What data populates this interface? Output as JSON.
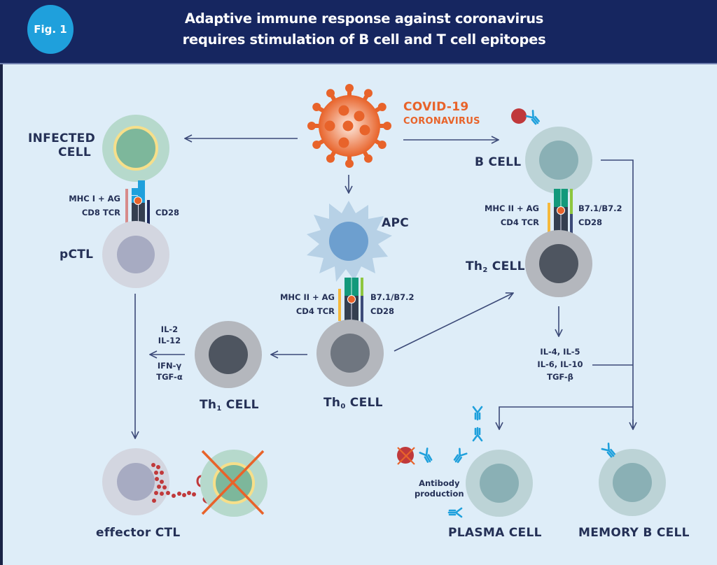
{
  "header": {
    "figure_badge": "Fig. 1",
    "title_line1": "Adaptive immune response against coronavirus",
    "title_line2": "requires stimulation of B cell and T cell epitopes"
  },
  "colors": {
    "header_bg": "#162660",
    "badge": "#1fa0dc",
    "background": "#deedf8",
    "text": "#243056",
    "virus": "#e8632a",
    "arrow": "#3c4a78"
  },
  "virus": {
    "line1": "COVID-19",
    "line2": "CORONAVIRUS"
  },
  "cells": {
    "infected": {
      "line1": "INFECTED",
      "line2": "CELL"
    },
    "pctl": "pCTL",
    "apc": "APC",
    "b_cell": "B CELL",
    "th2": {
      "prefix": "Th",
      "sub": "2",
      "suffix": " CELL"
    },
    "th1": {
      "prefix": "Th",
      "sub": "1",
      "suffix": " CELL"
    },
    "th0": {
      "prefix": "Th",
      "sub": "0",
      "suffix": " CELL"
    },
    "effector_ctl": "effector CTL",
    "plasma": "PLASMA CELL",
    "memory_b": "MEMORY B CELL"
  },
  "receptors": {
    "infected_pctl": {
      "left1": "MHC I + AG",
      "left2": "CD8 TCR",
      "right": "CD28"
    },
    "apc_th0": {
      "left1": "MHC II + AG",
      "left2": "CD4 TCR",
      "right1": "B7.1/B7.2",
      "right2": "CD28"
    },
    "b_th2": {
      "left1": "MHC II + AG",
      "left2": "CD4 TCR",
      "right1": "B7.1/B7.2",
      "right2": "CD28"
    }
  },
  "cytokines": {
    "th1": [
      "IL-2",
      "IL-12",
      "IFN-γ",
      "TGF-α"
    ],
    "th2": [
      "IL-4, IL-5",
      "IL-6, IL-10",
      "TGF-β"
    ]
  },
  "antibody_label": {
    "line1": "Antibody",
    "line2": "production"
  }
}
